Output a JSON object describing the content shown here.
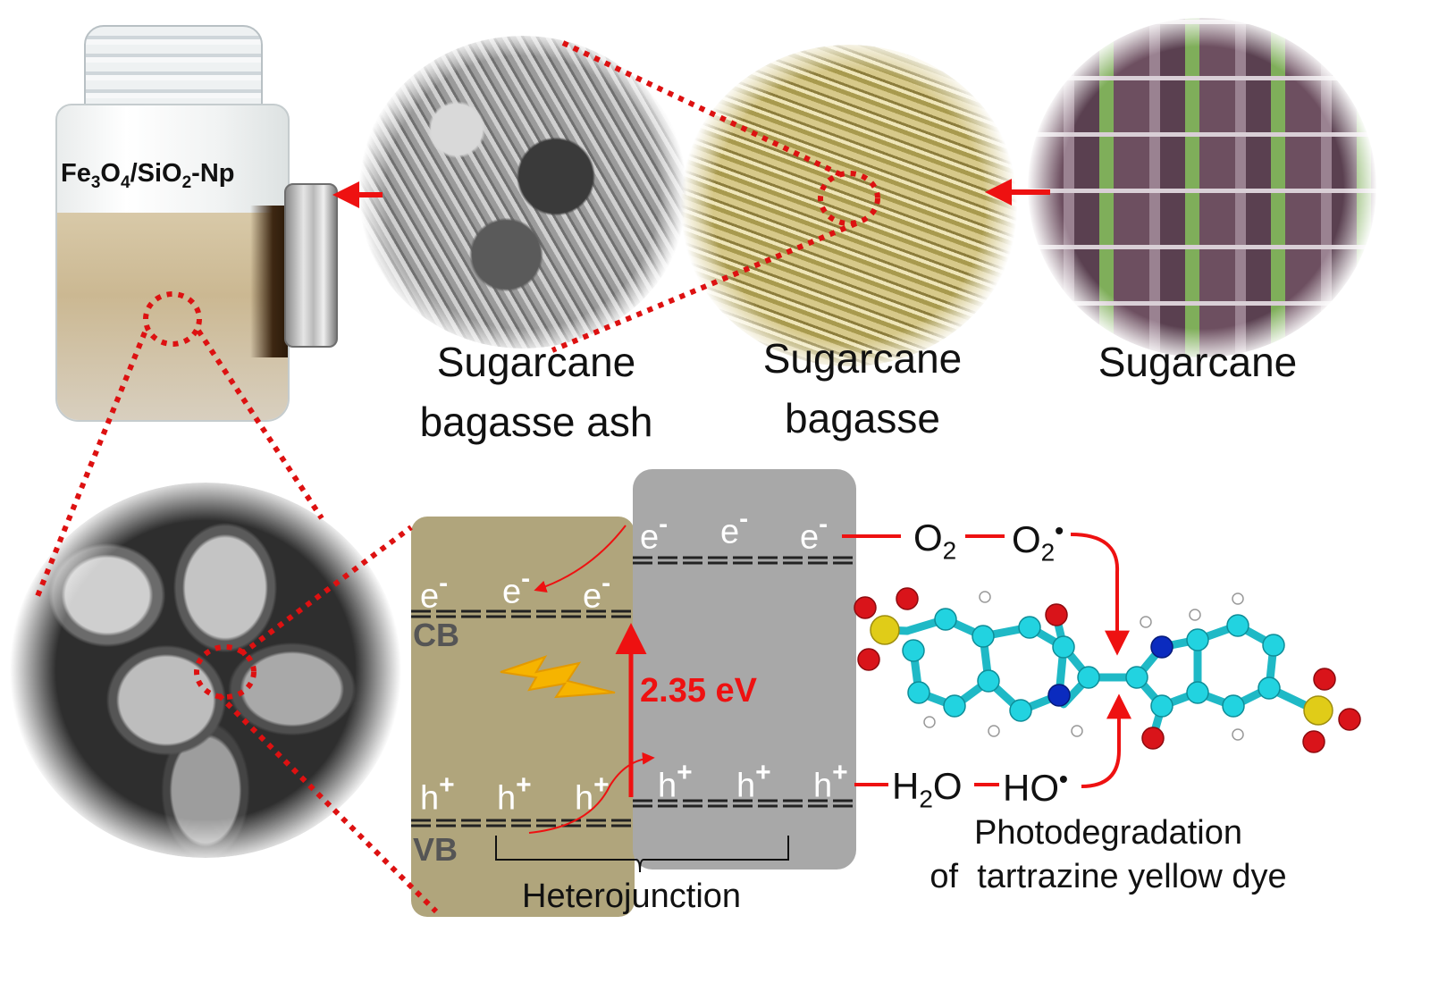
{
  "vial": {
    "label_fe": "Fe",
    "label_fe_sub": "3",
    "label_o": "O",
    "label_o_sub": "4",
    "label_sep": "/SiO",
    "label_si_sub": "2",
    "label_tail": "-Np"
  },
  "labels": {
    "ash_line1": "Sugarcane",
    "ash_line2": "bagasse ash",
    "bagasse_line1": "Sugarcane",
    "bagasse_line2": "bagasse",
    "cane": "Sugarcane"
  },
  "bands": {
    "cb": "CB",
    "vb": "VB",
    "electron": "e",
    "electron_sign": "-",
    "hole": "h",
    "hole_sign": "+",
    "gap": "2.35 eV",
    "heterojunction": "Heterojunction"
  },
  "reactions": {
    "o2_base": "O",
    "o2_sub": "2",
    "o2rad_base": "O",
    "o2rad_sub": "2",
    "o2rad_sup": "•",
    "h2o_h": "H",
    "h2o_sub": "2",
    "h2o_o": "O",
    "ho_base": "HO",
    "ho_sup": "•",
    "caption_line1": "Photodegradation",
    "caption_line2": "of  tartrazine yellow dye"
  },
  "colors": {
    "arrow": "#ee1111",
    "panel_left": "#b0a57c",
    "panel_right": "#a8a8a8",
    "lightning": "#f6b400",
    "atom_c": "#22d3e0",
    "atom_o": "#d9141a",
    "atom_n": "#0b2bbf",
    "atom_s": "#e0cc18",
    "atom_h": "#ffffff"
  }
}
